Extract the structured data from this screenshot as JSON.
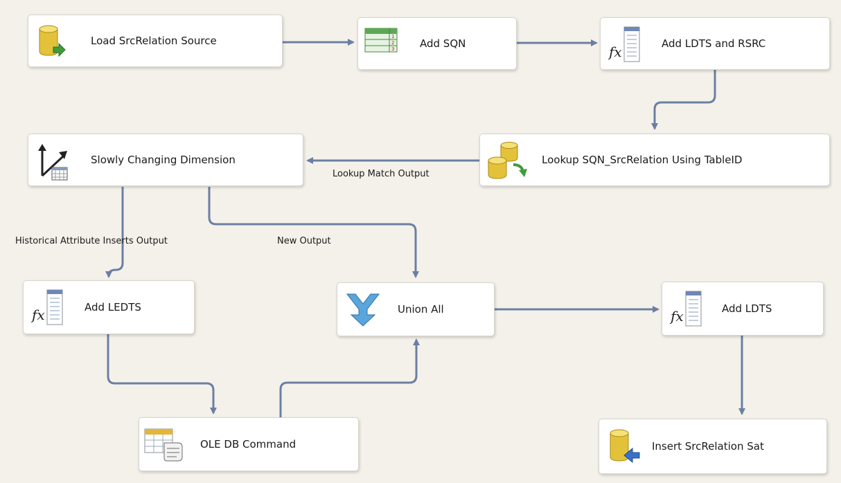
{
  "nodes": {
    "load_source": {
      "label": "Load SrcRelation Source",
      "icon": "database-source-icon"
    },
    "add_sqn": {
      "label": "Add SQN",
      "icon": "row-number-icon"
    },
    "add_ldts_rsrc": {
      "label": "Add LDTS and RSRC",
      "icon": "derived-column-icon"
    },
    "lookup": {
      "label": "Lookup SQN_SrcRelation Using TableID",
      "icon": "lookup-icon"
    },
    "scd": {
      "label": "Slowly Changing Dimension",
      "icon": "scd-icon"
    },
    "add_ledts": {
      "label": "Add LEDTS",
      "icon": "derived-column-icon"
    },
    "union_all": {
      "label": "Union All",
      "icon": "union-all-icon"
    },
    "add_ldts": {
      "label": "Add LDTS",
      "icon": "derived-column-icon"
    },
    "ole_db_command": {
      "label": "OLE DB Command",
      "icon": "ole-db-command-icon"
    },
    "insert_sat": {
      "label": "Insert SrcRelation Sat",
      "icon": "database-destination-icon"
    }
  },
  "path_labels": {
    "lookup_match": "Lookup Match Output",
    "historical_inserts": "Historical Attribute Inserts Output",
    "new_output": "New Output"
  },
  "colors": {
    "canvas": "#f4f1ea",
    "path": "#6b7fa3",
    "node_fill": "#ffffff"
  }
}
